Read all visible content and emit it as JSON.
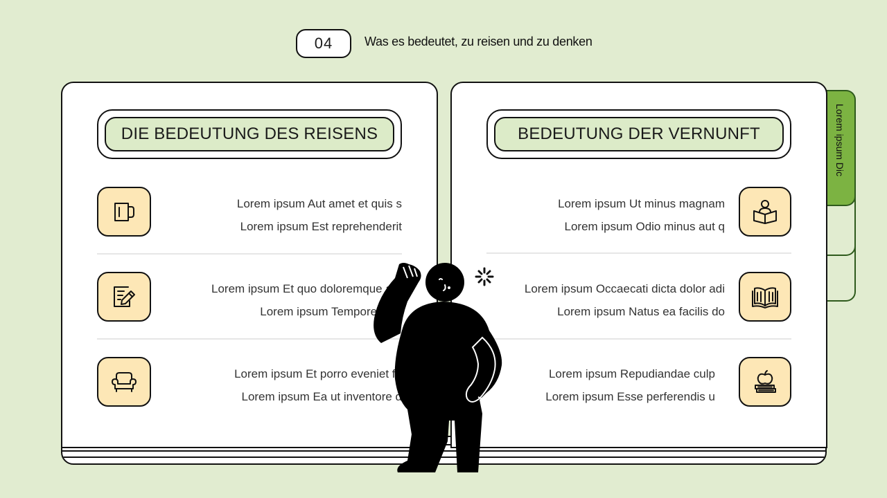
{
  "header": {
    "slide_number": "04",
    "title": "Was es bedeutet, zu reisen und zu denken"
  },
  "left_page": {
    "heading": "DIE BEDEUTUNG DES REISENS",
    "items": [
      {
        "icon": "mug-icon",
        "line1": "Lorem ipsum Aut amet et quis s",
        "line2": "Lorem ipsum Est reprehenderit"
      },
      {
        "icon": "notepad-pen-icon",
        "line1": "Lorem ipsum Et quo doloremque aut",
        "line2": "Lorem ipsum Tempore duci"
      },
      {
        "icon": "armchair-icon",
        "line1": "Lorem ipsum Et porro eveniet fa",
        "line2": "Lorem ipsum Ea ut inventore d"
      }
    ]
  },
  "right_page": {
    "heading": "BEDEUTUNG DER VERNUNFT",
    "items": [
      {
        "icon": "person-reading-icon",
        "line1": "Lorem ipsum Ut minus magnam",
        "line2": "Lorem ipsum Odio minus aut q"
      },
      {
        "icon": "open-book-icon",
        "line1": "Lorem ipsum Occaecati dicta dolor adi",
        "line2": "Lorem ipsum Natus ea facilis do"
      },
      {
        "icon": "apple-books-icon",
        "line1": "Lorem ipsum Repudiandae culp",
        "line2": "Lorem ipsum Esse perferendis u"
      }
    ]
  },
  "tabs": {
    "active_label": "Lorem ipsum Dic"
  },
  "colors": {
    "background": "#e1ecd0",
    "heading_fill": "#dcebc8",
    "icon_fill": "#fde7b6",
    "tab_active": "#7cb342",
    "tab_inactive": "#e1ecd0"
  }
}
